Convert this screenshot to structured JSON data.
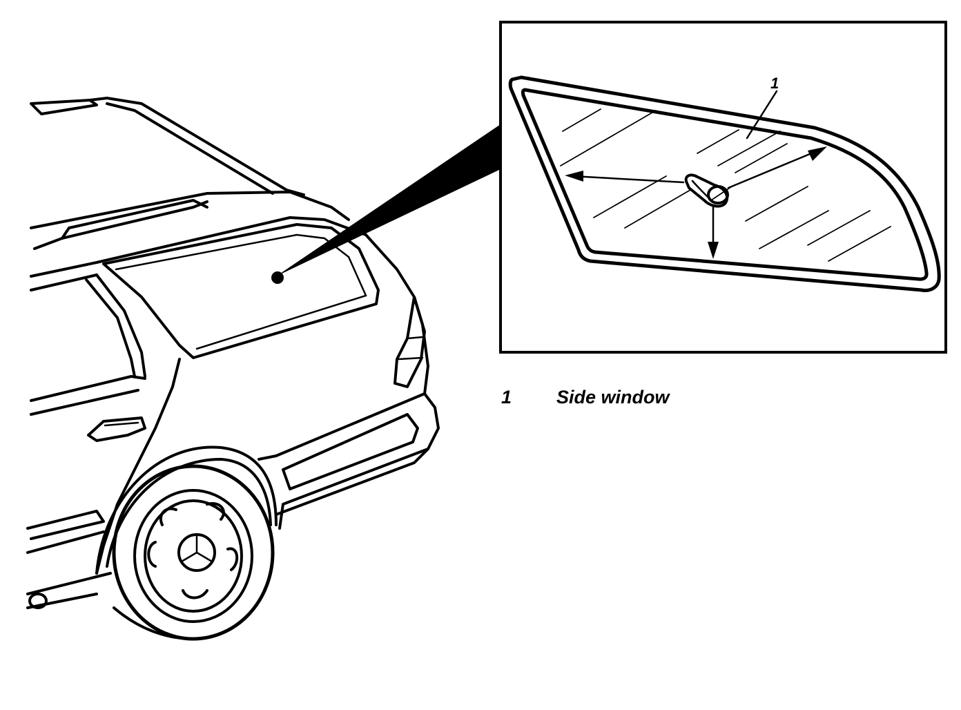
{
  "callout": {
    "number": "1"
  },
  "legend": [
    {
      "number": "1",
      "label": "Side window"
    }
  ]
}
